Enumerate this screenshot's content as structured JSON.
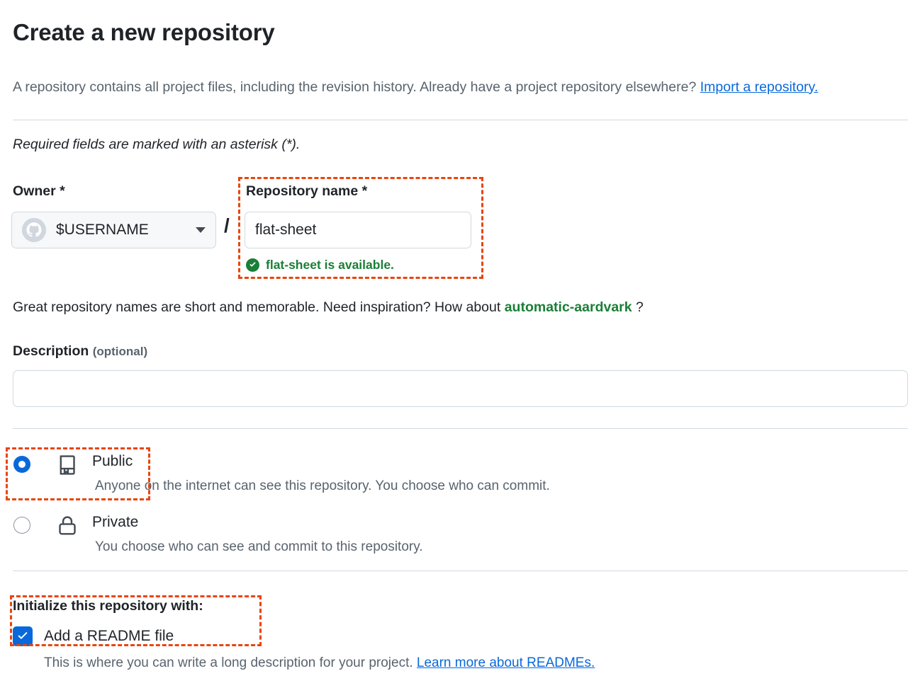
{
  "page": {
    "title": "Create a new repository",
    "intro_text_1": "A repository contains all project files, including the revision history. Already have a project repository elsewhere? ",
    "intro_link": "Import a repository.",
    "required_note": "Required fields are marked with an asterisk (*)."
  },
  "owner": {
    "label": "Owner *",
    "avatar_icon": "github-octocat-avatar-icon",
    "value": "$USERNAME",
    "caret_icon": "chevron-down-icon",
    "separator": "/"
  },
  "repository_name": {
    "label": "Repository name *",
    "value": "flat-sheet",
    "placeholder": "",
    "availability_icon": "check-circle-icon",
    "availability_message": "flat-sheet is available.",
    "availability_color": "#1a7f37"
  },
  "inspiration": {
    "text_before": "Great repository names are short and memorable. Need inspiration? How about ",
    "suggestion": "automatic-aardvark",
    "text_after": " ?",
    "suggestion_color": "#1a7f37"
  },
  "description": {
    "label": "Description",
    "optional_tag": "(optional)",
    "value": "",
    "placeholder": ""
  },
  "visibility": {
    "public": {
      "title": "Public",
      "description": "Anyone on the internet can see this repository. You choose who can commit.",
      "icon": "book-repo-icon",
      "selected": true
    },
    "private": {
      "title": "Private",
      "description": "You choose who can see and commit to this repository.",
      "icon": "lock-icon",
      "selected": false
    },
    "accent_color": "#0969da"
  },
  "initialize": {
    "label": "Initialize this repository with:",
    "readme_checkbox_label": "Add a README file",
    "readme_checked": true,
    "readme_help_text": "This is where you can write a long description for your project. ",
    "readme_help_link": "Learn more about READMEs."
  },
  "annotations": {
    "color": "#e8450c",
    "boxes": [
      "repository-name-section",
      "public-visibility-option",
      "initialize-readme-section"
    ]
  }
}
